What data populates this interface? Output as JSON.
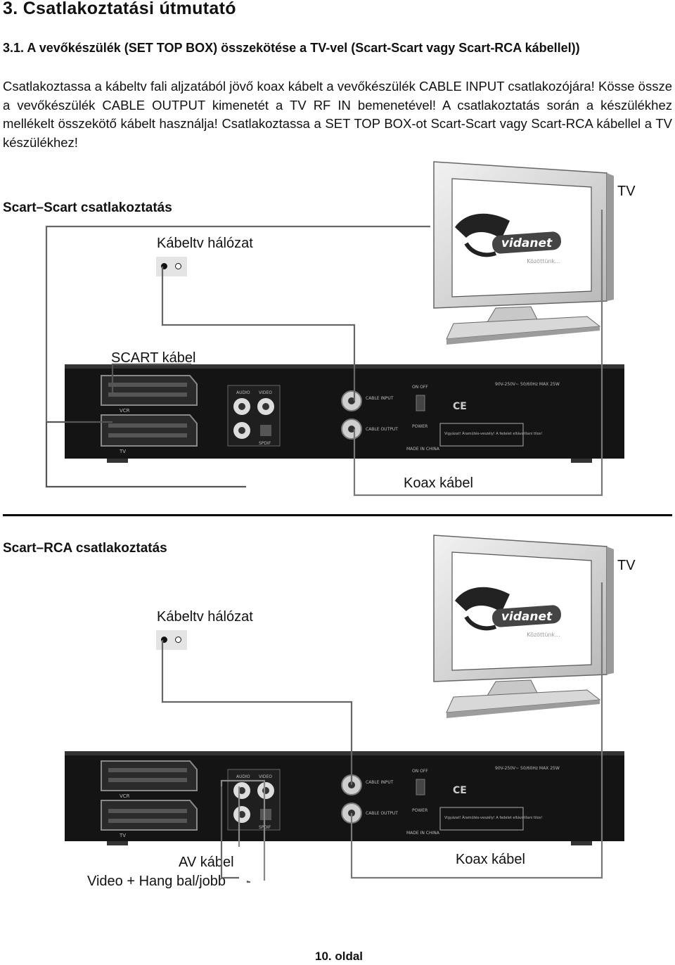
{
  "heading": "3. Csatlakoztatási útmutató",
  "subheading": "3.1. A vevőkészülék (SET TOP BOX) összekötése a TV-vel (Scart-Scart vagy Scart-RCA kábellel))",
  "intro": "Csatlakoztassa a kábeltv fali aljzatából jövő koax kábelt a vevőkészülék CABLE INPUT csatlakozójára! Kösse össze a vevőkészülék CABLE OUTPUT kimenetét a TV RF IN bemenetével! A csatlakoztatás során a készülékhez mellékelt összekötő kábelt használja! Csatlakoztassa a SET TOP BOX-ot Scart-Scart vagy Scart-RCA kábellel a TV készülékhez!",
  "section1": {
    "title": "Scart–Scart csatlakoztatás",
    "tv_label": "TV",
    "network_label": "Kábeltv hálózat",
    "scart_label": "SCART kábel",
    "coax_label": "Koax kábel"
  },
  "section2": {
    "title": "Scart–RCA csatlakoztatás",
    "tv_label": "TV",
    "network_label": "Kábeltv hálózat",
    "av_label": "AV kábel",
    "av_sublabel": "Video + Hang bal/jobb",
    "coax_label": "Koax kábel"
  },
  "tv_screen": {
    "logo": "vidanet",
    "tagline": "Közöttünk..."
  },
  "stb_panel": {
    "vcr": "VCR",
    "tv": "TV",
    "audio": "AUDIO",
    "video": "VIDEO",
    "spdif": "SPDIF",
    "cable_input": "CABLE INPUT",
    "cable_output": "CABLE OUTPUT",
    "on_off": "ON OFF",
    "power": "POWER",
    "rating": "90V-250V~ 50/60Hz MAX 25W",
    "made_in": "MADE IN CHINA",
    "warning": "Vigyázat! Áramütés-veszély! A fedelet eltávolítani tilos!",
    "ce": "CE"
  },
  "page_number": "10. oldal"
}
